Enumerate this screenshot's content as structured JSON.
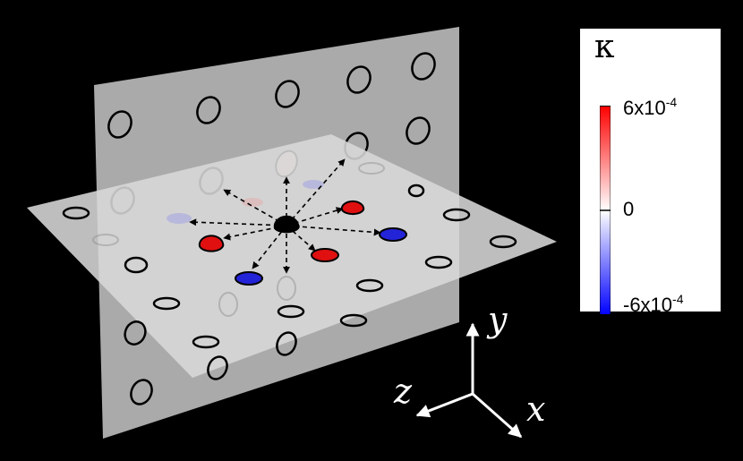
{
  "diagram": {
    "colorbar": {
      "symbol": "κ",
      "max": {
        "mantissa": "6x10",
        "exponent": "-4"
      },
      "mid": "0",
      "min": {
        "mantissa": "-6x10",
        "exponent": "-4"
      },
      "gradient": [
        "#ff0000",
        "#ffffff",
        "#0000ff"
      ]
    },
    "axes": {
      "x": "x",
      "y": "y",
      "z": "z"
    },
    "colors": {
      "positive": "#e01010",
      "negative": "#2323d8",
      "center": "#000000",
      "plane": "#d0d0d0",
      "ring": "#000000"
    }
  }
}
